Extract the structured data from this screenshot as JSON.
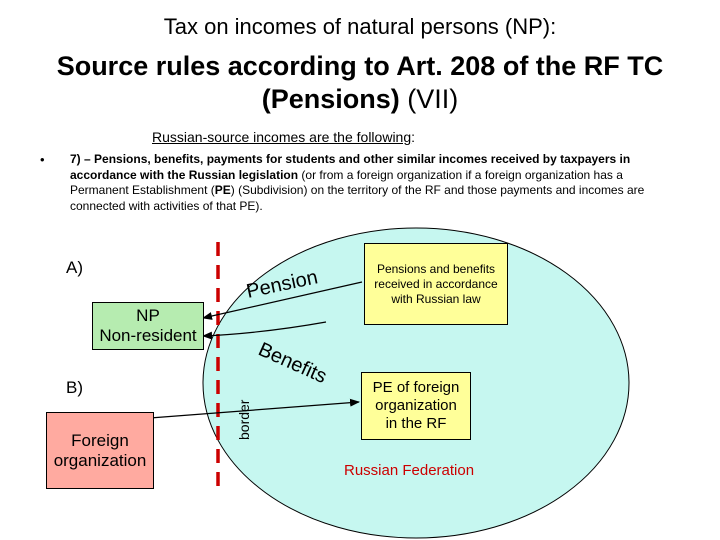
{
  "header": {
    "line1": "Tax on incomes of natural persons (NP):",
    "line2_bold": "Source rules according to Art. 208 of the RF TC",
    "line3_bold": "(Pensions)",
    "line3_plain": "(VII)"
  },
  "intro": {
    "text": "Russian-source incomes are the following",
    "colon": ":"
  },
  "bullet_item": {
    "marker": "•",
    "seg1": "7) – Pensions, benefits, payments for students and other similar incomes received by taxpayers in accordance with the Russian legislation",
    "seg2": " (or from a foreign organization if a foreign organization has a Permanent Establishment (",
    "seg3": "PE",
    "seg4": ") (Subdivision) on the territory of the RF and those payments and incomes are connected with activities of that PE)."
  },
  "diagram": {
    "label_a": "A)",
    "label_b": "B)",
    "np_box": [
      "NP",
      "Non-resident"
    ],
    "foreign_box": [
      "Foreign",
      "organization"
    ],
    "pensions_box": [
      "Pensions and benefits",
      "received in accordance",
      "with Russian law"
    ],
    "pe_box": [
      "PE of foreign",
      "organization",
      "in the RF"
    ],
    "russian_federation": "Russian Federation",
    "border": "border",
    "arrow_label_pension": "Pension",
    "arrow_label_benefits": "Benefits"
  },
  "colors": {
    "circle_fill": "#c6f7f0",
    "pensions_box": "#ffff99",
    "pe_box": "#ffff99",
    "np_box": "#b6ecb0",
    "foreign_box": "#ffaaa0",
    "border_line": "#cc0000",
    "rf_text": "#cc0000"
  }
}
